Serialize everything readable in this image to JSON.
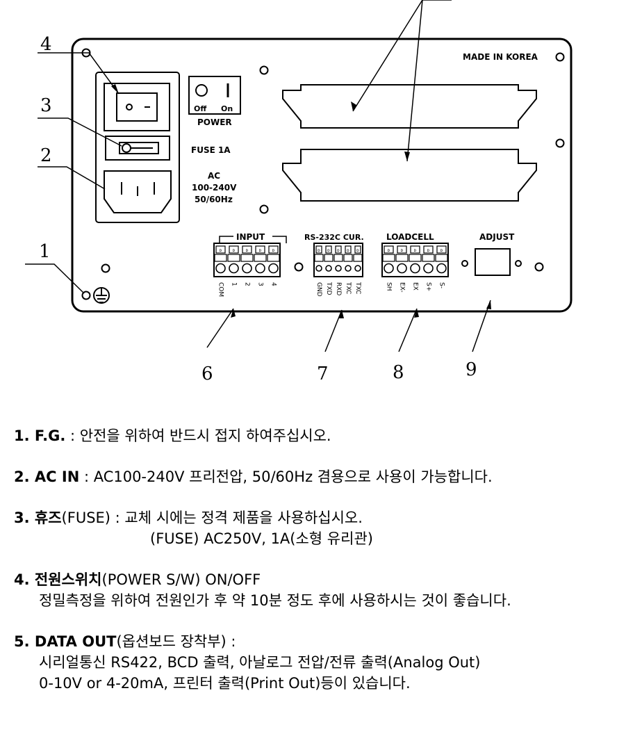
{
  "diagram": {
    "callouts": {
      "n1": "1",
      "n2": "2",
      "n3": "3",
      "n4": "4",
      "n6": "6",
      "n7": "7",
      "n8": "8",
      "n9": "9"
    },
    "panel": {
      "made_in": "MADE IN KOREA",
      "switch_off": "Off",
      "switch_on": "On",
      "power": "POWER",
      "fuse": "FUSE  1A",
      "ac_line1": "AC",
      "ac_line2": "100-240V",
      "ac_line3": "50/60Hz",
      "input": "INPUT",
      "rs232": "RS-232C  CUR.",
      "loadcell": "LOADCELL",
      "adjust": "ADJUST",
      "input_pins": [
        "COM",
        "1",
        "2",
        "3",
        "4"
      ],
      "rs_pins": [
        "GND",
        "TXD",
        "RXD",
        "TXC"
      ],
      "rs_cur_pin": "TXC",
      "lc_pins": [
        "SH",
        "EX-",
        "EX",
        "S+",
        "S-"
      ]
    }
  },
  "items": [
    {
      "head": "1. F.G.",
      "text": " : 안전을 위하여 반드시 접지 하여주십시오.",
      "sub": []
    },
    {
      "head": "2. AC IN",
      "text": " : AC100-240V 프리전압, 50/60Hz 겸용으로 사용이 가능합니다.",
      "sub": []
    },
    {
      "head": "3. 휴즈",
      "text": "(FUSE) : 교체 시에는 정격 제품을 사용하십시오.",
      "sub": [
        "(FUSE) AC250V, 1A(소형 유리관)"
      ]
    },
    {
      "head": "4. 전원스위치",
      "text": "(POWER S/W) ON/OFF",
      "sub": [
        "정밀측정을 위하여 전원인가 후 약 10분 정도 후에 사용하시는 것이 좋습니다."
      ]
    },
    {
      "head": "5. DATA OUT",
      "text": "(옵션보드 장착부) :",
      "sub": [
        "시리얼통신 RS422, BCD 출력, 아날로그 전압/전류 출력(Analog Out)",
        "0-10V or 4-20mA, 프린터 출력(Print Out)등이 있습니다."
      ]
    }
  ]
}
